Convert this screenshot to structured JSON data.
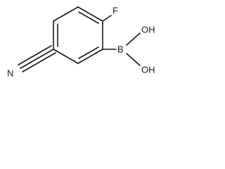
{
  "molecule": {
    "atoms": {
      "nitrile_nitrogen": "N",
      "fluorine": "F",
      "boron": "B",
      "hydroxyl_top": "OH",
      "hydroxyl_bottom": "OH"
    }
  },
  "colors": {
    "bond": "#1a1a1a",
    "label": "#1a1a1a",
    "background": "#ffffff"
  }
}
